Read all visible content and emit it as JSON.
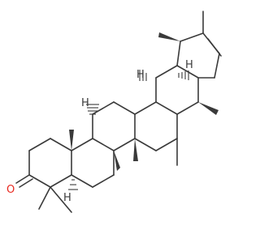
{
  "molecule": {
    "atoms": [
      {
        "id": "O",
        "label": "O",
        "color": "#e8281e"
      },
      {
        "id": "H9",
        "label": "H",
        "color": "#3a3a3a"
      },
      {
        "id": "H18",
        "label": "H",
        "color": "#3a3a3a"
      },
      {
        "id": "H5",
        "label": "H",
        "color": "#3a3a3a"
      },
      {
        "id": "H13",
        "label": "H",
        "color": "#3a3a3a"
      }
    ]
  }
}
